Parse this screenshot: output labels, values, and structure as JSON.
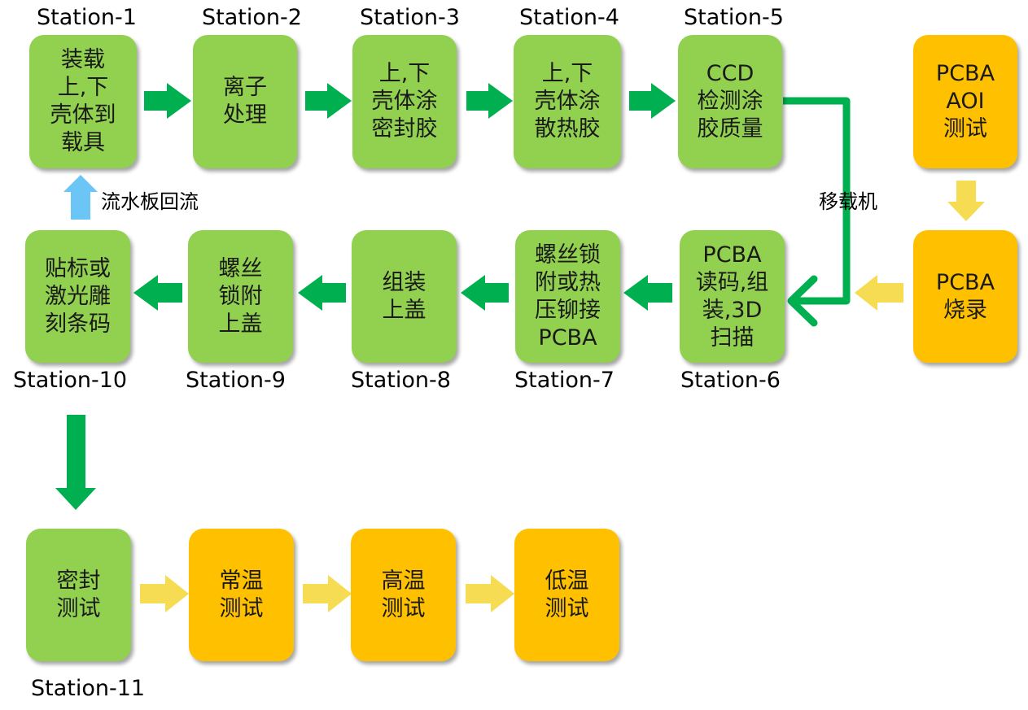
{
  "colors": {
    "process_green": "#92d050",
    "external_orange": "#ffc000",
    "main_arrow_green": "#00b050",
    "secondary_arrow_yellow": "#f6dc52",
    "return_arrow_blue": "#6cc6f5"
  },
  "stations": {
    "s1": {
      "label": "Station-1",
      "text": "装载\n上,下\n壳体到\n载具"
    },
    "s2": {
      "label": "Station-2",
      "text": "离子\n处理"
    },
    "s3": {
      "label": "Station-3",
      "text": "上,下\n壳体涂\n密封胶"
    },
    "s4": {
      "label": "Station-4",
      "text": "上,下\n壳体涂\n散热胶"
    },
    "s5": {
      "label": "Station-5",
      "text": "CCD\n检测涂\n胶质量"
    },
    "s6": {
      "label": "Station-6",
      "text": "PCBA\n读码,组\n装,3D\n扫描"
    },
    "s7": {
      "label": "Station-7",
      "text": "螺丝锁\n附或热\n压铆接\nPCBA"
    },
    "s8": {
      "label": "Station-8",
      "text": "组装\n上盖"
    },
    "s9": {
      "label": "Station-9",
      "text": "螺丝\n锁附\n上盖"
    },
    "s10": {
      "label": "Station-10",
      "text": "贴标或\n激光雕\n刻条码"
    },
    "s11": {
      "label": "Station-11",
      "text": "密封\n测试"
    }
  },
  "pcba_aoi": {
    "text": "PCBA\nAOI\n测试"
  },
  "pcba_burn": {
    "text": "PCBA\n烧录"
  },
  "tests": {
    "room": "常温\n测试",
    "high": "高温\n测试",
    "low": "低温\n测试"
  },
  "notes": {
    "return_flow": "流水板回流",
    "transfer": "移载机"
  }
}
